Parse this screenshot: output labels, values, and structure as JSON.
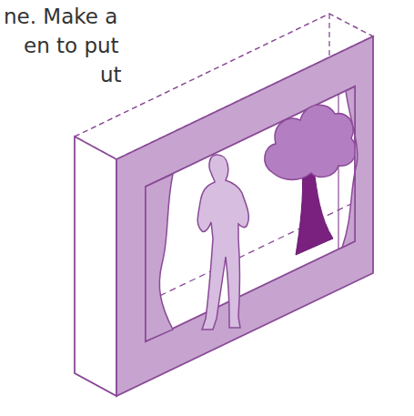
{
  "diagram": {
    "labels": [
      "ne. Make a",
      "en to put",
      "ut"
    ]
  }
}
